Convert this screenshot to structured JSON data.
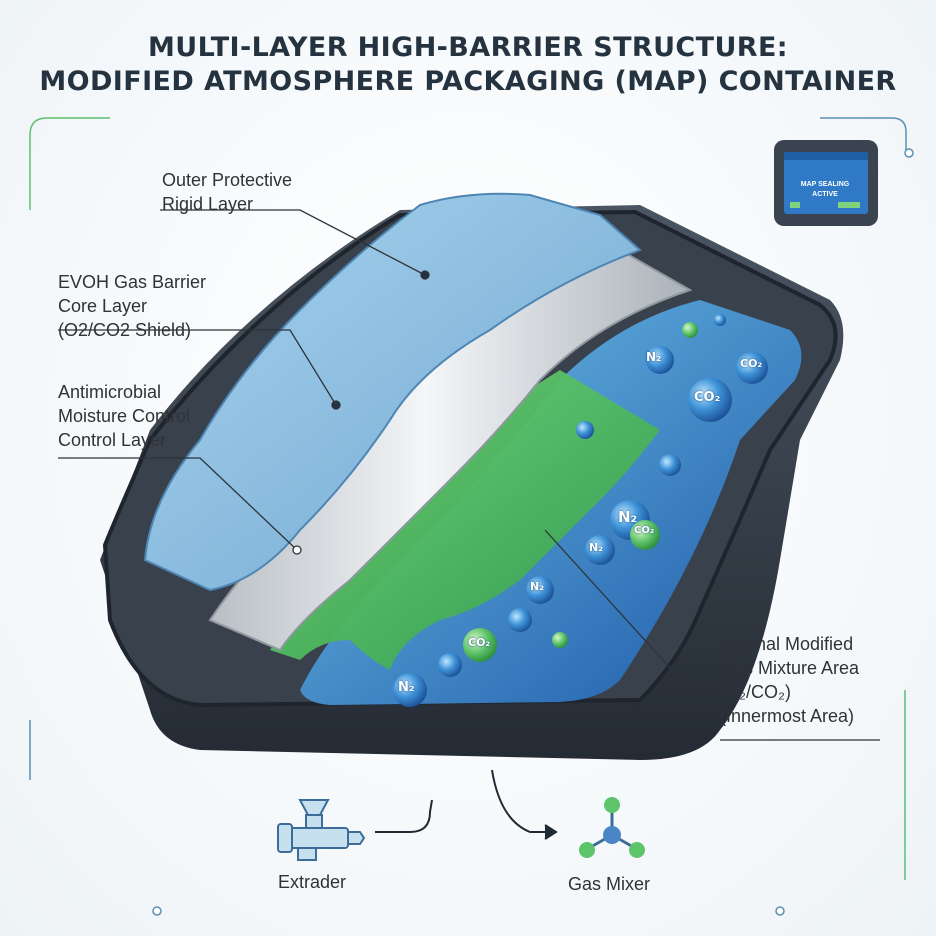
{
  "title": {
    "line1": "MULTI-LAYER HIGH-BARRIER STRUCTURE:",
    "line2": "MODIFIED ATMOSPHERE PACKAGING (MAP) CONTAINER"
  },
  "labels": {
    "outer": [
      "Outer Protective",
      "Rigid Layer"
    ],
    "evoh": [
      "EVOH Gas Barrier",
      "Core Layer",
      "(O2/CO2 Shield)"
    ],
    "antimicrobial": [
      "Antimicrobial",
      "Moisture Control",
      "Control Layer"
    ],
    "internal": [
      "Internal Modified",
      "Gas Mixture Area",
      "(N₂/CO₂)",
      "(Innermost Area)"
    ]
  },
  "screen": {
    "line1": "MAP SEALING",
    "line2": "ACTIVE"
  },
  "bottom": {
    "extruder": "Extrader",
    "mixer": "Gas Mixer"
  },
  "molecules": {
    "n2": "N₂",
    "co2": "CO₂"
  },
  "colors": {
    "outer_layer": "#8fc3e2",
    "evoh_layer": "#c9ced3",
    "antimicrobial_layer": "#4cc45c",
    "gas_area": "#2a6fc4",
    "tray": "#3a4350",
    "accent_green": "#5cbf6e",
    "accent_blue": "#5c8fb3"
  }
}
